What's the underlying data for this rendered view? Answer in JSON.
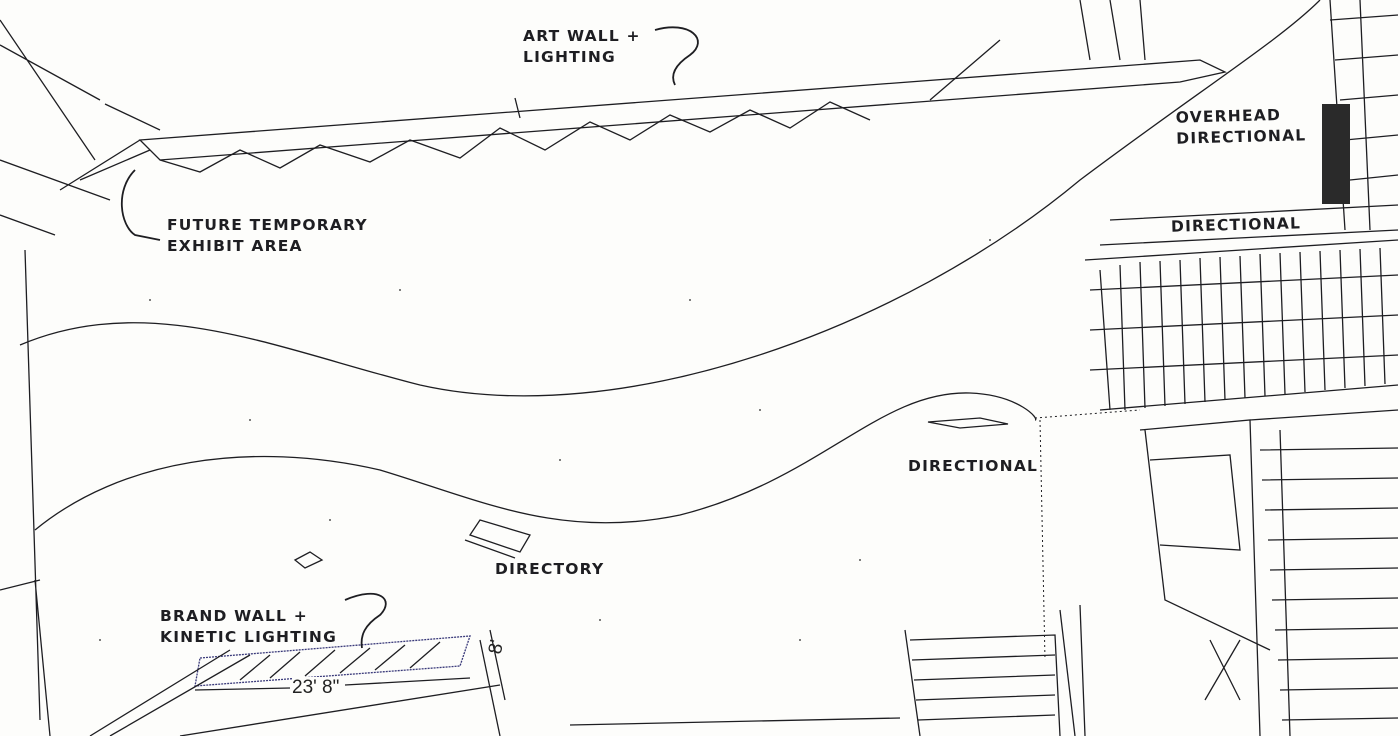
{
  "labels": {
    "art_wall": [
      "ART WALL +",
      "LIGHTING"
    ],
    "future_exhibit": [
      "FUTURE TEMPORARY",
      "EXHIBIT AREA"
    ],
    "overhead_directional": [
      "OVERHEAD",
      "DIRECTIONAL"
    ],
    "directional_top": "DIRECTIONAL",
    "directional_mid": "DIRECTIONAL",
    "directory": "DIRECTORY",
    "brand_wall": [
      "BRAND WALL +",
      "KINETIC LIGHTING"
    ]
  },
  "dimensions": {
    "brand_wall_length": "23' 8\"",
    "brand_wall_height": "8'"
  },
  "colors": {
    "line": "#1e1e22",
    "background": "#fdfdfb",
    "sign_panel": "#2a2a2a"
  }
}
